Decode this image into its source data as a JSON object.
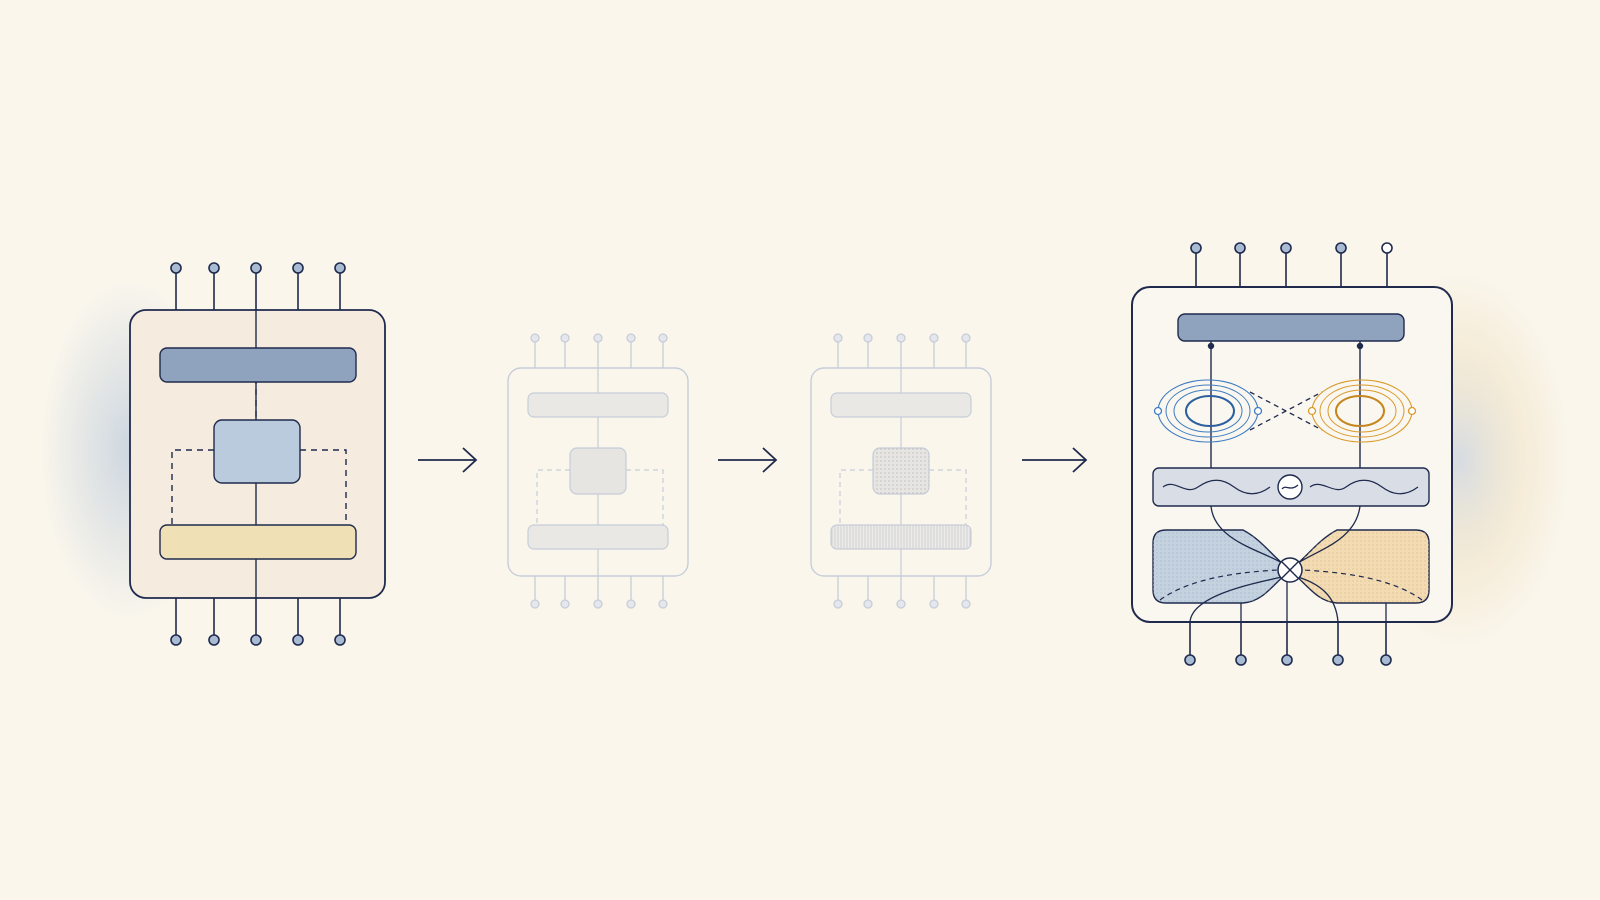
{
  "colors": {
    "background": "#faf6ec",
    "ink": "#1f2a4d",
    "panel_fill": "#f5ebde",
    "bar_blue": "#8fa3bf",
    "box_blue": "#b9cbdc",
    "bar_yellow": "#f0e0b6",
    "faded_stroke": "#c6cdd9",
    "faded_fill": "#e9e8e4",
    "ring_blue": "#3f7cc1",
    "ring_orange": "#d99a2b",
    "band_gray": "#d8dde6",
    "lobe_blue": "#c4d2e0",
    "lobe_orange": "#f3dcb4"
  },
  "stages": [
    {
      "name": "original-module",
      "style": "solid",
      "icon": "circuit-module-icon"
    },
    {
      "name": "faded-module",
      "style": "faded",
      "icon": "circuit-module-icon"
    },
    {
      "name": "textured-module",
      "style": "faded-textured",
      "icon": "circuit-module-icon"
    },
    {
      "name": "coupled-module",
      "style": "complex",
      "icon": "coupled-resonator-module-icon"
    }
  ],
  "connectors": [
    "right-arrow",
    "right-arrow",
    "right-arrow"
  ]
}
